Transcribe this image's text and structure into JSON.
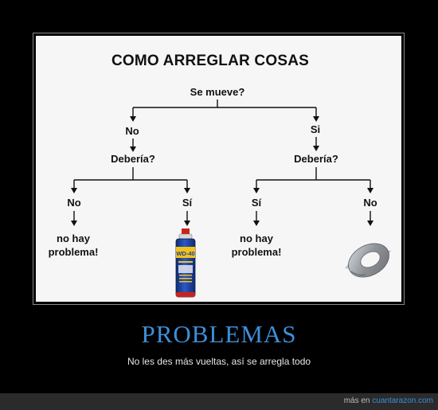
{
  "diagram": {
    "title": "COMO ARREGLAR COSAS",
    "root": "Se mueve?",
    "left_answer": "No",
    "right_answer": "Si",
    "left_question": "Debería?",
    "right_question": "Debería?",
    "ll_answer": "No",
    "lr_answer": "Sí",
    "rl_answer": "Sí",
    "rr_answer": "No",
    "ll_result_line1": "no hay",
    "ll_result_line2": "problema!",
    "lr_result_image": "wd40-spray-can",
    "rl_result_line1": "no hay",
    "rl_result_line2": "problema!",
    "rr_result_image": "duct-tape-roll",
    "wd40_label": "WD-40"
  },
  "caption": {
    "title": "PROBLEMAS",
    "subtitle": "No les des más vueltas, así se arregla todo"
  },
  "footer": {
    "prefix": "más en",
    "site": "cuantarazon.com"
  },
  "colors": {
    "page_background": "#000000",
    "panel_background": "#f6f6f6",
    "caption_title": "#3d8fd8",
    "wd40_blue": "#1d3f9a",
    "wd40_yellow": "#f2c21b",
    "wd40_red": "#c8241c",
    "tape_silver": "#9a9ea3"
  }
}
